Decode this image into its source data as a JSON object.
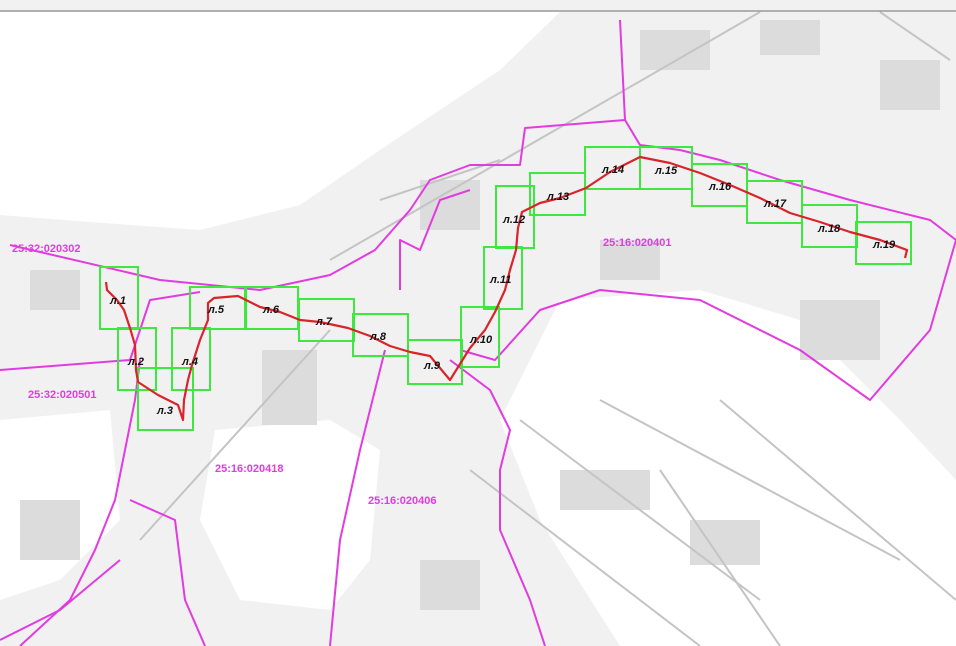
{
  "map": {
    "colors": {
      "background": "#f1f1f1",
      "light_area": "#ffffff",
      "block": "#dcdcdc",
      "road": "#c4c4c4",
      "boundary": "#e23be0",
      "sheet_frame": "#3ee83e",
      "route": "#d8242a",
      "top_rule": "#9a9a9a"
    },
    "cadastral_labels": [
      "25:32:020302",
      "25:32:020501",
      "25:16:020418",
      "25:16:020406",
      "25:16:020401"
    ],
    "sheets": [
      {
        "label": "л.1"
      },
      {
        "label": "л.2"
      },
      {
        "label": "л.3"
      },
      {
        "label": "л.4"
      },
      {
        "label": "л.5"
      },
      {
        "label": "л.6"
      },
      {
        "label": "л.7"
      },
      {
        "label": "л.8"
      },
      {
        "label": "л.9"
      },
      {
        "label": "л.10"
      },
      {
        "label": "л.11"
      },
      {
        "label": "л.12"
      },
      {
        "label": "л.13"
      },
      {
        "label": "л.14"
      },
      {
        "label": "л.15"
      },
      {
        "label": "л.16"
      },
      {
        "label": "л.17"
      },
      {
        "label": "л.18"
      },
      {
        "label": "л.19"
      }
    ]
  }
}
